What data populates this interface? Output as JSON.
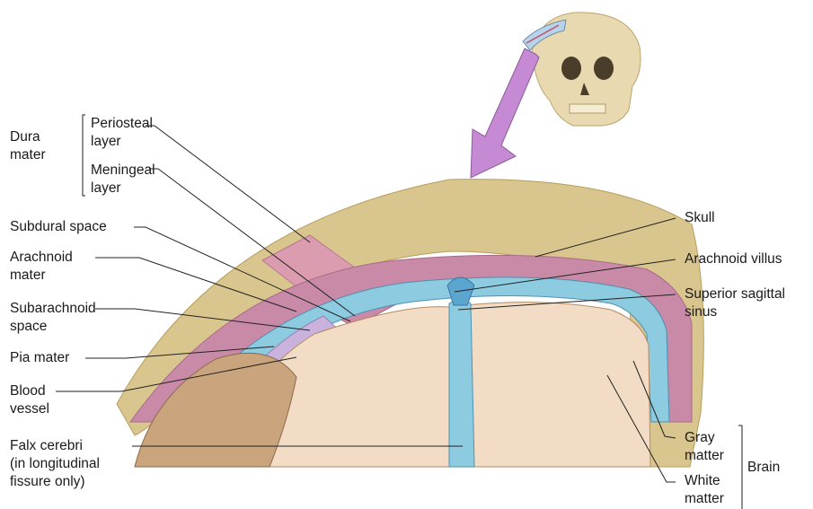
{
  "labels": {
    "dura_mater": "Dura\nmater",
    "periosteal_layer": "Periosteal\nlayer",
    "meningeal_layer": "Meningeal\nlayer",
    "subdural_space": "Subdural space",
    "arachnoid_mater": "Arachnoid\nmater",
    "subarachnoid_space": "Subarachnoid\nspace",
    "pia_mater": "Pia mater",
    "blood_vessel": "Blood\nvessel",
    "falx_cerebri": "Falx cerebri\n(in longitudinal\nfissure only)",
    "skull": "Skull",
    "arachnoid_villus": "Arachnoid villus",
    "superior_sagittal_sinus": "Superior sagittal\nsinus",
    "gray_matter": "Gray\nmatter",
    "white_matter": "White\nmatter",
    "brain": "Brain"
  },
  "colors": {
    "bone": "#d9c58e",
    "bone_edge": "#b89e5c",
    "periosteal": "#dc9cb0",
    "meningeal": "#c98aa8",
    "arachnoid": "#8ccbe0",
    "subarachnoid": "#c9b3dd",
    "pia": "#5aa6cf",
    "brain_tissue": "#f3dcc5",
    "gyri": "#c9a47c",
    "arrow": "#c58ad3",
    "leader": "#222222"
  }
}
